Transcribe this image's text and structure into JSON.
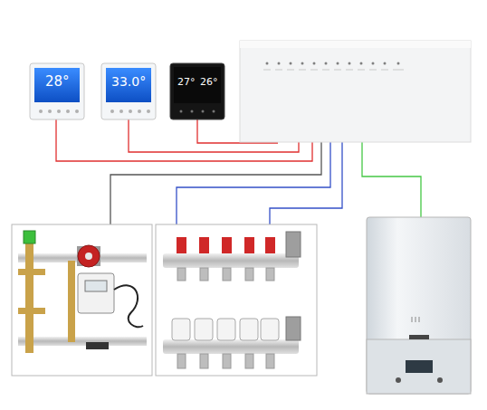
{
  "diagram": {
    "labels": [
      "28°",
      "33.0°",
      "27°",
      "26°"
    ]
  }
}
